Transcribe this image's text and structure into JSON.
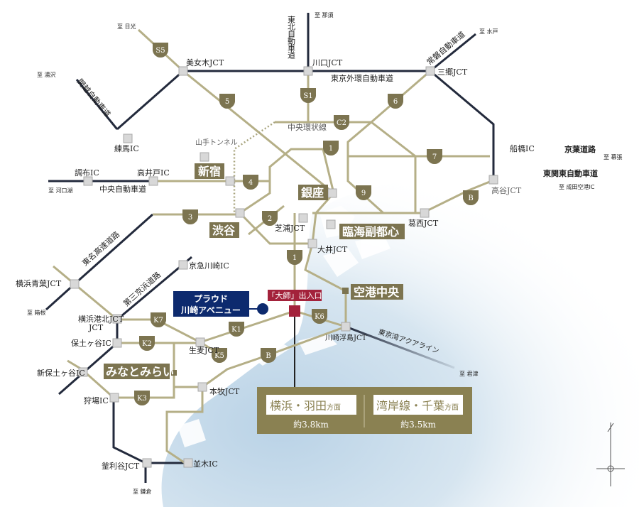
{
  "destinations": {
    "nikko": "至 日光",
    "nasu": "至 那須",
    "mito": "至 水戸",
    "yuzawa": "至 湯沢",
    "makuhari": "至 幕張",
    "narita": "至 成田空港IC",
    "kawaguchiko": "至 河口湖",
    "hakone": "至 箱根",
    "kisarazu": "至 君津",
    "kamakura": "至 鎌倉"
  },
  "junctions": {
    "bijogi": "美女木JCT",
    "kawaguchi": "川口JCT",
    "misato": "三郷JCT",
    "nerima": "練馬IC",
    "funabashi": "船橋IC",
    "takaya": "高谷JCT",
    "chofu": "調布IC",
    "takaido": "高井戸IC",
    "kasai": "葛西JCT",
    "shibaura": "芝浦JCT",
    "oi": "大井JCT",
    "aoba": "横浜青葉JCT",
    "keikyu": "京急川崎IC",
    "kohoku": "横浜港北JCT",
    "hodogaya": "保土ヶ谷IC",
    "namamugi": "生麦JCT",
    "shinhodogaya": "新保土ヶ谷IC",
    "honmoku": "本牧JCT",
    "ukishima": "川崎浮島JCT",
    "kariba": "狩場IC",
    "kamariya": "釜利谷JCT",
    "namiki": "並木IC"
  },
  "roads": {
    "tohoku": "東北自動車道",
    "gaikan": "東京外環自動車道",
    "joban": "常磐自動車道",
    "kanetsu": "関越自動車道",
    "central_loop": "中央環状線",
    "yamate_tunnel": "山手トンネル",
    "keiyo": "京葉道路",
    "higashikanto": "東関東自動車道",
    "chuo": "中央自動車道",
    "tomei": "東名高速道路",
    "daisan_keihin": "第三京浜道路",
    "aqualine": "東京湾アクアライン"
  },
  "route_shields": [
    "S5",
    "S1",
    "5",
    "6",
    "C2",
    "1",
    "7",
    "4",
    "9",
    "B",
    "3",
    "2",
    "1",
    "K7",
    "K1",
    "K6",
    "K2",
    "K5",
    "B",
    "K3"
  ],
  "areas": {
    "shinjuku": "新宿",
    "ginza": "銀座",
    "shibuya": "渋谷",
    "rinkai": "臨海副都心",
    "airport": "空港中央",
    "minatomirai": "みなとみらい"
  },
  "property": {
    "name_line1": "プラウド",
    "name_line2": "川崎アベニュー"
  },
  "exit_label": "「大師」出入口",
  "info_box": [
    {
      "direction": "横浜・羽田",
      "suffix": "方面",
      "distance": "約3.8km"
    },
    {
      "direction": "湾岸線・千葉",
      "suffix": "方面",
      "distance": "約3.5km"
    }
  ],
  "colors": {
    "road_gold": "#b5af87",
    "road_navy": "#232a3c",
    "badge": "#7c7450",
    "property": "#0d2a6e",
    "exit": "#a3223b",
    "sea": "#c9dceb"
  }
}
